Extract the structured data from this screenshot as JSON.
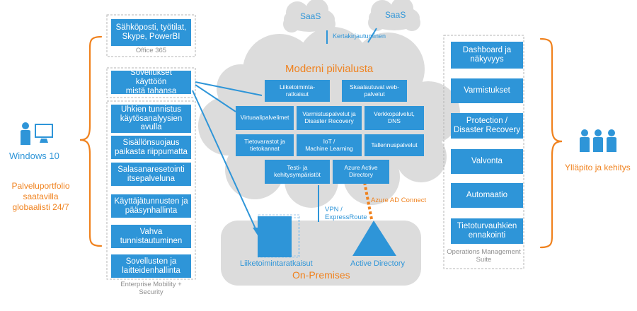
{
  "colors": {
    "box": "#2e95d8",
    "accent": "#f0821e",
    "cloud": "#dcdcdc",
    "premises": "#dcdcdc",
    "dash": "#b4b4b4",
    "caption": "#8e8e8e"
  },
  "icons": {
    "left_users": [
      "person-icon",
      "monitor-icon"
    ],
    "right_users": [
      "person-icon",
      "person-icon",
      "person-icon"
    ],
    "server": "server-stack-icon",
    "active_directory": "triangle-icon"
  },
  "left": {
    "platform": "Windows 10",
    "portfolio": "Palveluportfolio\nsaatavilla\nglobaalisti 24/7",
    "office_box": "Sähköposti, työtilat,\nSkype, PowerBI",
    "office_caption": "Office 365",
    "apps_box": "Sovellukset käyttöön\nmistä tahansa",
    "ems_items": [
      "Uhkien tunnistus\nkäytösanalyysien\navulla",
      "Sisällönsuojaus\npaikasta riippumatta",
      "Salasanaresetointi\nitsepalveluna",
      "Käyttäjätunnusten ja\npääsynhallinta",
      "Vahva\ntunnistautuminen",
      "Sovellusten ja\nlaitteidenhallinta"
    ],
    "ems_caption": "Enterprise Mobility +\nSecurity"
  },
  "cloud": {
    "saas_left": "SaaS",
    "saas_right": "SaaS",
    "sso": "Kertakirjautuminen",
    "title": "Moderni pilvialusta",
    "services": [
      "Liiketoiminta-\nratkaisut",
      "Skaalautuvat web-\npalvelut",
      "Virtuaalipalvelimet",
      "Varmistuspalvelut ja\nDisaster Recovery",
      "Verkkopalvelut, DNS",
      "Tietovarastot ja\ntietokannat",
      "IoT /\nMachine Learning",
      "Tallennuspalvelut",
      "Testi- ja\nkehitysympäristöt",
      "Azure Active\nDirectory"
    ]
  },
  "connections": {
    "vpn": "VPN /\nExpressRoute",
    "ad_connect": "Azure AD Connect"
  },
  "premises": {
    "title": "On-Premises",
    "business": "Liiketoimintaratkaisut",
    "ad": "Active Directory"
  },
  "right": {
    "items": [
      "Dashboard ja\nnäkyvyys",
      "Varmistukset",
      "Protection /\nDisaster Recovery",
      "Valvonta",
      "Automaatio",
      "Tietoturvauhkien\nennakointi"
    ],
    "caption": "Operations Management\nSuite",
    "label": "Ylläpito ja kehitys"
  }
}
